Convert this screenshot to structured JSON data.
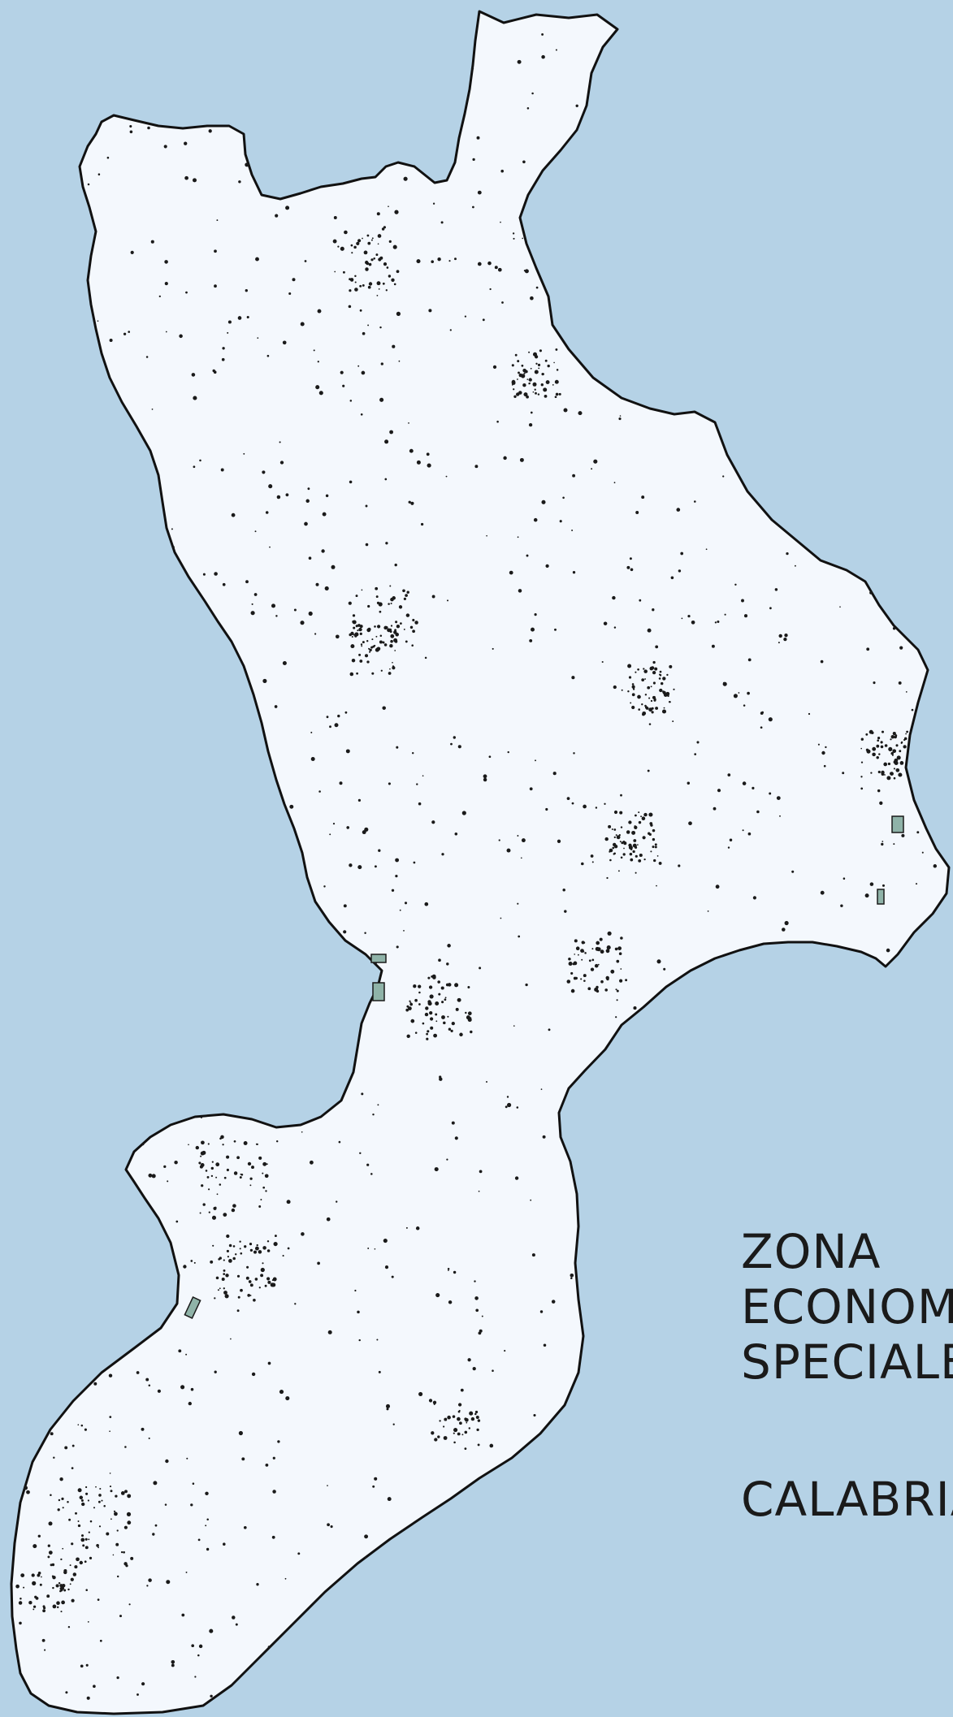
{
  "map": {
    "colors": {
      "sea": "#b5d2e6",
      "land": "#f4f8fd",
      "outline": "#111111",
      "settlements": "#1a1a1a",
      "zone_areas": "#8fb3a8"
    },
    "caption": {
      "line1": "ZONA",
      "line2": "ECONOM",
      "line3": "SPECIALE",
      "line4": "CALABRIA"
    }
  }
}
